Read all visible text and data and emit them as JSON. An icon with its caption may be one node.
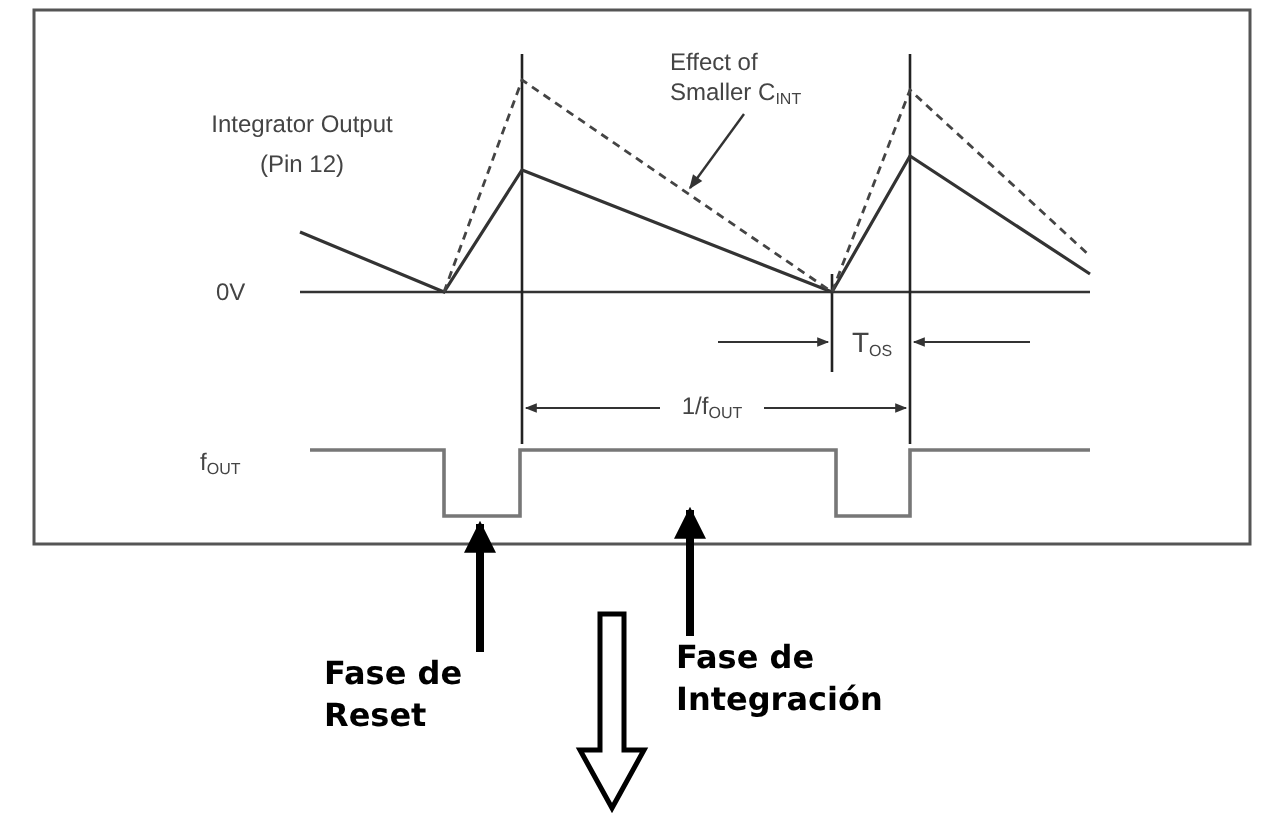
{
  "diagram": {
    "nodes": [
      {
        "text": [
          "Effect of Smaller C$_{INT}$"
        ]
      },
      {
        "text": [
          "Fase de Reset"
        ]
      },
      {
        "text": [
          "Fase de Integración"
        ]
      }
    ],
    "edges": [
      {
        "from": 0,
        "to": null,
        "arrow": "to"
      },
      {
        "from": 1,
        "to": null,
        "arrow": "to"
      },
      {
        "from": 2,
        "to": null,
        "arrow": "to"
      }
    ],
    "labels": [
      "Integrator Output (Pin 12)",
      "0V",
      "T$_{OS}$",
      "1/f$_{OUT}$",
      "f$_{OUT}$"
    ]
  }
}
